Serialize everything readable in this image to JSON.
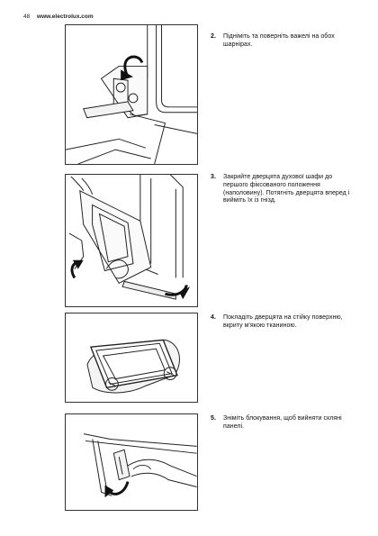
{
  "header": {
    "page_number": "48",
    "site": "www.electrolux.com"
  },
  "steps": [
    {
      "number": "2.",
      "text": "Підніміть та поверніть важелі на обох шарнірах."
    },
    {
      "number": "3.",
      "text": "Закрийте дверцята духової шафи до першого фіксованого положення (наполовину). Потягніть дверцята вперед і вийміть їх із гнізд."
    },
    {
      "number": "4.",
      "text": "Покладіть дверцята на стійку поверхню, вкриту м'якою тканиною."
    },
    {
      "number": "5.",
      "text": "Зніміть блокування, щоб вийняти скляні панелі."
    }
  ],
  "illustrations": [
    {
      "icon": "hinge-lever-rotate-illustration"
    },
    {
      "icon": "door-pull-out-illustration"
    },
    {
      "icon": "door-on-cloth-illustration"
    },
    {
      "icon": "glass-panel-lock-release-illustration"
    }
  ]
}
